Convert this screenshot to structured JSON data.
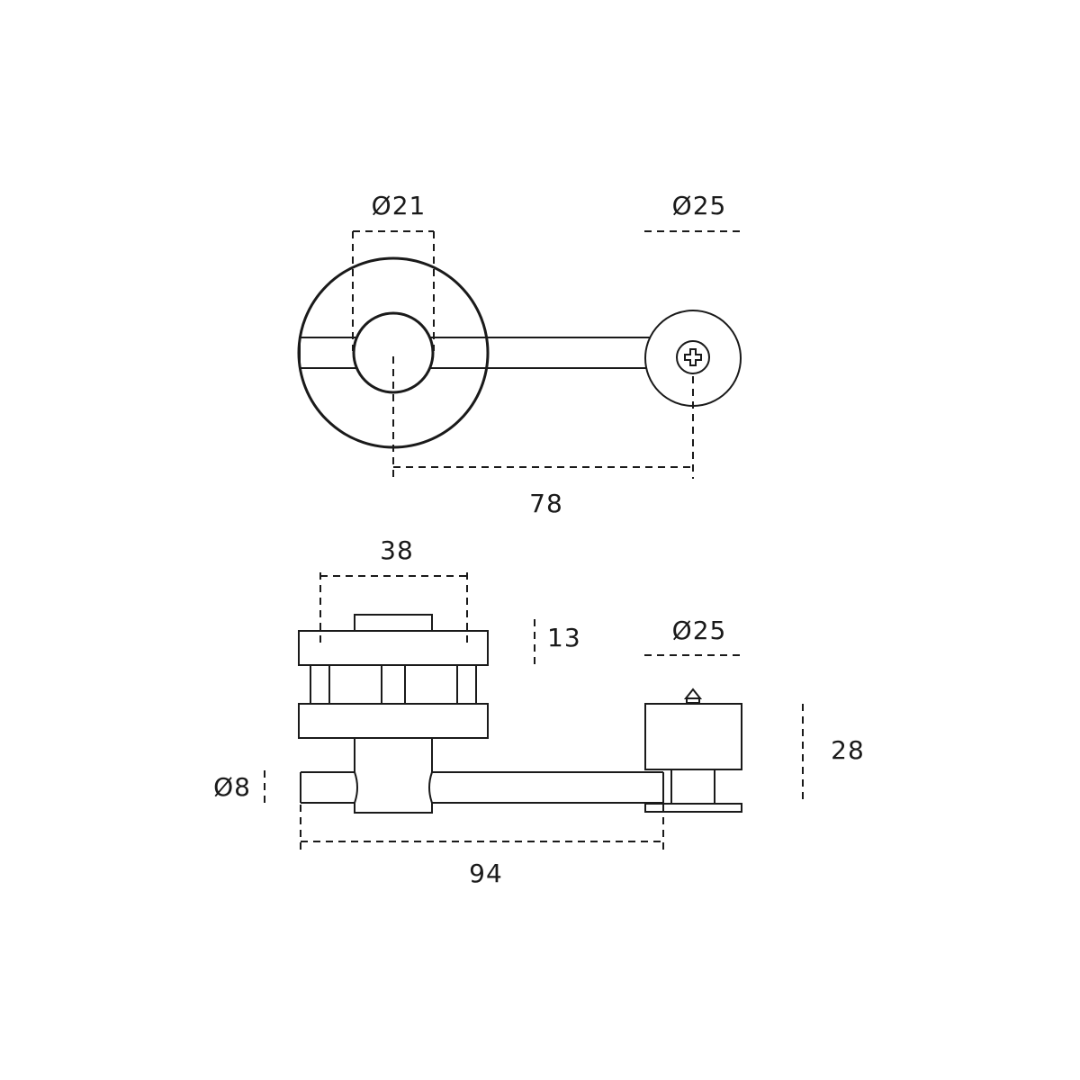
{
  "top_view": {
    "rose_diameter_label": "Ø21",
    "knob_diameter_label": "Ø25",
    "center_distance_label": "78"
  },
  "side_view": {
    "rose_width_label": "38",
    "rose_height_label": "13",
    "knob_diameter_label": "Ø25",
    "knob_height_label": "28",
    "lever_diameter_label": "Ø8",
    "lever_length_label": "94"
  },
  "icons": {
    "screw": "phillips-screw-icon",
    "indicator": "arrow-up-icon"
  }
}
